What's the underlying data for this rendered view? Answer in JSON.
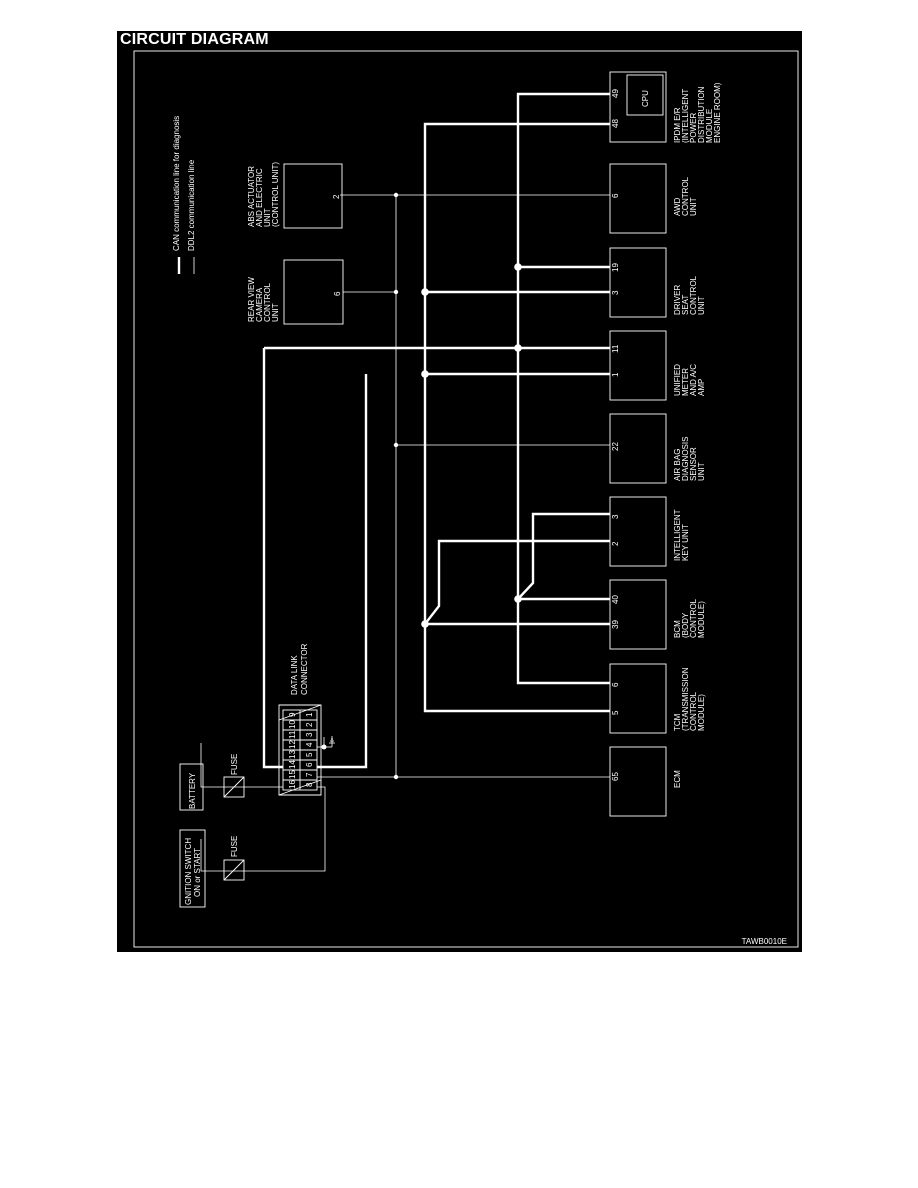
{
  "title": "CIRCUIT DIAGRAM",
  "figure_code": "TAWB0010E",
  "legend": {
    "can": "CAN communication line for diagnosis",
    "ddl2": "DDL2 communication line"
  },
  "power": {
    "battery": "BATTERY",
    "ignition": [
      "GNITION SWITCH",
      "ON or START"
    ],
    "fuse": "FUSE"
  },
  "dlc": {
    "label": [
      "DATA LINK",
      "CONNECTOR"
    ],
    "top_pins": [
      "16",
      "15",
      "14",
      "13",
      "12",
      "11",
      "10",
      "9"
    ],
    "bottom_pins": [
      "8",
      "7",
      "6",
      "5",
      "4",
      "3",
      "2",
      "1"
    ]
  },
  "units": [
    {
      "id": "ecm",
      "lines": [
        "ECM"
      ],
      "pins": [
        "65"
      ]
    },
    {
      "id": "tcm",
      "lines": [
        "TCM",
        "(TRANSMISSION",
        "CONTROL",
        "MODULE)"
      ],
      "pins": [
        "5",
        "6"
      ]
    },
    {
      "id": "bcm",
      "lines": [
        "BCM",
        "(BODY",
        "CONTROL",
        "MODULE)"
      ],
      "pins": [
        "39",
        "40"
      ]
    },
    {
      "id": "intelligent-key",
      "lines": [
        "INTELLIGENT",
        "KEY UNIT"
      ],
      "pins": [
        "2",
        "3"
      ]
    },
    {
      "id": "air-bag",
      "lines": [
        "AIR BAG",
        "DIAGNOSIS",
        "SENSOR",
        "UNIT"
      ],
      "pins": [
        "22"
      ]
    },
    {
      "id": "meter",
      "lines": [
        "UNIFIED",
        "METER",
        "AND A/C",
        "AMP"
      ],
      "pins": [
        "1",
        "11"
      ]
    },
    {
      "id": "driver-seat",
      "lines": [
        "DRIVER",
        "SEAT",
        "CONTROL",
        "UNIT"
      ],
      "pins": [
        "3",
        "19"
      ]
    },
    {
      "id": "awd",
      "lines": [
        "AWD",
        "CONTROL",
        "UNIT"
      ],
      "pins": [
        "6"
      ]
    },
    {
      "id": "ipdm",
      "lines": [
        "IPDM E/R",
        "(INTELLIGENT",
        "POWER",
        "DISTRIBUTION",
        "MODULE",
        "ENGINE ROOM)"
      ],
      "pins": [
        "48",
        "49"
      ],
      "inner": "CPU"
    },
    {
      "id": "rear-view",
      "lines": [
        "REAR VIEW",
        "CAMERA",
        "CONTROL",
        "UNIT"
      ],
      "pins": [
        "6"
      ]
    },
    {
      "id": "abs",
      "lines": [
        "ABS ACTUATOR",
        "AND ELECTRIC",
        "UNIT",
        "(CONTROL UNIT)"
      ],
      "pins": [
        "2"
      ]
    }
  ]
}
